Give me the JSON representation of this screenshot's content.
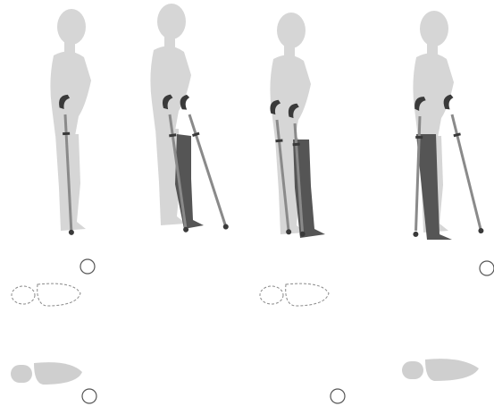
{
  "diagram": {
    "stages": [
      {
        "step": 1,
        "crutches": "both-back",
        "active_leg": "none"
      },
      {
        "step": 2,
        "crutches": "both-forward",
        "active_leg": "right"
      },
      {
        "step": 3,
        "crutches": "both-back",
        "active_leg": "right"
      },
      {
        "step": 4,
        "crutches": "both-forward",
        "active_leg": "left"
      }
    ],
    "footprint_markers": [
      {
        "shape": "circle",
        "style": "outline"
      },
      {
        "shape": "circle",
        "style": "outline"
      },
      {
        "shape": "circle",
        "style": "outline"
      },
      {
        "shape": "circle",
        "style": "outline"
      }
    ],
    "footprints": [
      {
        "style": "dashed"
      },
      {
        "style": "dashed"
      },
      {
        "style": "solid"
      },
      {
        "style": "solid"
      }
    ]
  },
  "colors": {
    "body": "#d6d6d6",
    "active_leg": "#555555",
    "crutch_cuff": "#3a3a3a",
    "crutch_shaft": "#8a8a8a",
    "footprint_fill": "#cfcfcf",
    "footprint_outline": "#8a8a8a"
  }
}
